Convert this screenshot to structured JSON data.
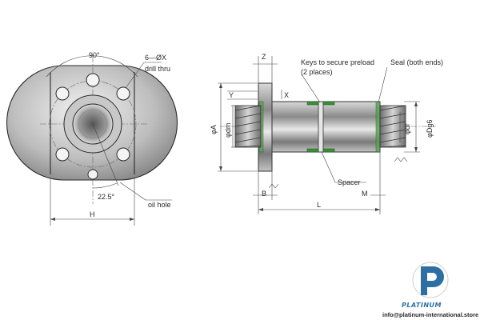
{
  "front_view": {
    "angle_label": "90°",
    "holes_label": "6—ØX",
    "drill_label": "drill thru",
    "oil_angle_label": "22.5°",
    "oil_hole_label": "oil hole",
    "width_label": "H"
  },
  "side_view": {
    "z_label": "Z",
    "y_label": "Y",
    "x_label": "X",
    "keys_label_line1": "Keys to secure preload",
    "keys_label_line2": "(2 places)",
    "seal_label": "Seal (both ends)",
    "phi_a_label": "φA",
    "phi_dm_label": "φdm",
    "phi_dr_label": "φdr",
    "phi_d_label": "φDg6",
    "spacer_label": "Spacer",
    "b_label": "B",
    "m_label": "M",
    "l_label": "L"
  },
  "brand": {
    "logo_text": "PLATINUM",
    "email": "info@platinum-international.store",
    "logo_color": "#2d6fa3"
  }
}
